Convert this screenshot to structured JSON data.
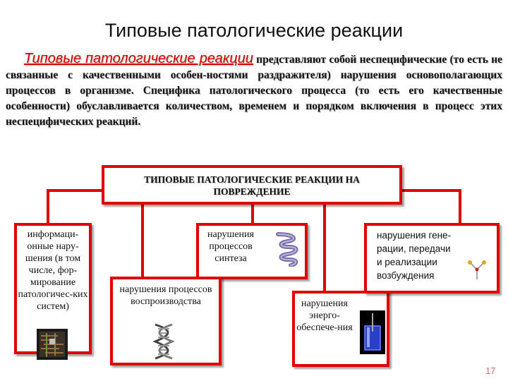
{
  "slide": {
    "title": "Типовые патологические реакции",
    "intro_term": "Типовые патологические реакции",
    "intro_rest": " представляют собой неспецифические (то есть не связанные с качественными особен-ностями раздражителя) нарушения основополагающих процессов в организме. Специфика патологического процесса (то есть его качественные особенности) обуславливается количеством, временем и порядком включения в процесс этих неспецифических реакций.",
    "slide_number": "17"
  },
  "diagram": {
    "root_label": "ТИПОВЫЕ ПАТОЛОГИЧЕСКИЕ РЕАКЦИИ НА ПОВРЕЖДЕНИЕ",
    "nodes": {
      "info": "информаци-онные нару-шения (в том числе, фор-мирование патологичес-ких систем)",
      "synthesis": "нарушения процессов синтеза",
      "reproduction": "нарушения процессов воспроизводства",
      "energy": "нарушения энерго-обеспече-ния",
      "excitation": "нарушения гене-рации, передачи и реализации возбуждения"
    },
    "colors": {
      "accent": "#e00000",
      "term": "#d40000"
    }
  }
}
